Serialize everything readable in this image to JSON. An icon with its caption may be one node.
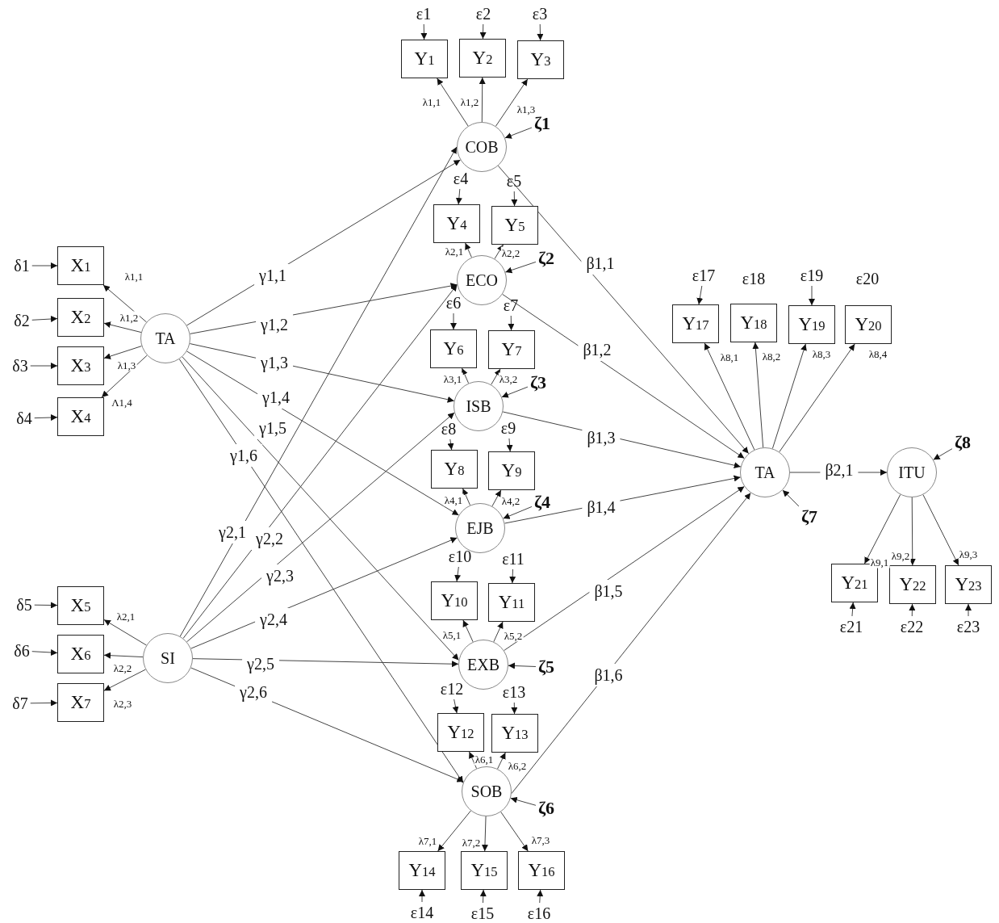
{
  "diagram": {
    "nodes": [
      {
        "text": [
          "ε1"
        ]
      },
      {
        "text": [
          "ε2"
        ]
      },
      {
        "text": [
          "ε3"
        ]
      },
      {
        "text": [
          "Y$_{1}$"
        ]
      },
      {
        "text": [
          "Y$_{2}$"
        ]
      },
      {
        "text": [
          "Y$_{3}$"
        ]
      },
      {
        "text": [
          "ζ1"
        ]
      },
      {
        "text": [
          "COB"
        ]
      },
      {
        "text": [
          "ε4"
        ]
      },
      {
        "text": [
          "ε5"
        ]
      },
      {
        "text": [
          "Y$_{4}$"
        ]
      },
      {
        "text": [
          "Y$_{5}$"
        ]
      },
      {
        "text": [
          "δ1"
        ]
      },
      {
        "text": [
          "X$_{1}$"
        ]
      },
      {
        "text": [
          "ζ2"
        ]
      },
      {
        "text": [
          "ECO"
        ]
      },
      {
        "text": [
          "ε17"
        ]
      },
      {
        "text": [
          "ε19"
        ]
      },
      {
        "text": [
          "δ2"
        ]
      },
      {
        "text": [
          "X$_{2}$"
        ]
      },
      {
        "text": [
          "Y$_{17}$"
        ]
      },
      {
        "text": [
          "Y$_{18}$"
        ]
      },
      {
        "text": [
          "Y$_{19}$"
        ]
      },
      {
        "text": [
          "Y$_{20}$"
        ]
      },
      {
        "text": [
          "TA"
        ]
      },
      {
        "text": [
          "ε6"
        ]
      },
      {
        "text": [
          "ε7"
        ]
      },
      {
        "text": [
          "Y$_{6}$"
        ]
      },
      {
        "text": [
          "Y$_{7}$"
        ]
      },
      {
        "text": [
          "δ3"
        ]
      },
      {
        "text": [
          "X$_{3}$"
        ]
      },
      {
        "text": [
          "ζ3"
        ]
      },
      {
        "text": [
          "ISB"
        ]
      },
      {
        "text": [
          "δ4"
        ]
      },
      {
        "text": [
          "X$_{4}$"
        ]
      },
      {
        "text": [
          "ε8"
        ]
      },
      {
        "text": [
          "ε9"
        ]
      },
      {
        "text": [
          "Y$_{8}$"
        ]
      },
      {
        "text": [
          "Y$_{9}$"
        ]
      },
      {
        "text": [
          "ζ8"
        ]
      },
      {
        "text": [
          "TA"
        ]
      },
      {
        "text": [
          "ITU"
        ]
      },
      {
        "text": [
          "ζ4"
        ]
      },
      {
        "text": [
          "EJB"
        ]
      },
      {
        "text": [
          "ζ7"
        ]
      },
      {
        "text": [
          "ε10"
        ]
      },
      {
        "text": [
          "ε11"
        ]
      },
      {
        "text": [
          "Y$_{21}$"
        ]
      },
      {
        "text": [
          "Y$_{22}$"
        ]
      },
      {
        "text": [
          "Y$_{23}$"
        ]
      },
      {
        "text": [
          "δ5"
        ]
      },
      {
        "text": [
          "X$_{5}$"
        ]
      },
      {
        "text": [
          "Y$_{10}$"
        ]
      },
      {
        "text": [
          "Y$_{11}$"
        ]
      },
      {
        "text": [
          "ε21"
        ]
      },
      {
        "text": [
          "ε22"
        ]
      },
      {
        "text": [
          "ε23"
        ]
      },
      {
        "text": [
          "δ6"
        ]
      },
      {
        "text": [
          "X$_{6}$"
        ]
      },
      {
        "text": [
          "SI"
        ]
      },
      {
        "text": [
          "EXB"
        ]
      },
      {
        "text": [
          "ζ5"
        ]
      },
      {
        "text": [
          "ε12"
        ]
      },
      {
        "text": [
          "ε13"
        ]
      },
      {
        "text": [
          "δ7"
        ]
      },
      {
        "text": [
          "X$_{7}$"
        ]
      },
      {
        "text": [
          "Y$_{12}$"
        ]
      },
      {
        "text": [
          "Y$_{13}$"
        ]
      },
      {
        "text": [
          "SOB"
        ]
      },
      {
        "text": [
          "ζ6"
        ]
      },
      {
        "text": [
          "Y$_{14}$"
        ]
      },
      {
        "text": [
          "Y$_{15}$"
        ]
      },
      {
        "text": [
          "Y$_{16}$"
        ]
      },
      {
        "text": [
          "ε14"
        ]
      },
      {
        "text": [
          "ε15"
        ]
      },
      {
        "text": [
          "ε16"
        ]
      }
    ],
    "edges": [
      {
        "from": 0,
        "to": 3,
        "arrow": "to"
      },
      {
        "from": 1,
        "to": 4,
        "arrow": "to"
      },
      {
        "from": 2,
        "to": 5,
        "arrow": "to"
      },
      {
        "from": 6,
        "to": 7,
        "arrow": "to"
      },
      {
        "from": 8,
        "to": 10,
        "arrow": "to"
      },
      {
        "from": 9,
        "to": 11,
        "arrow": "to"
      },
      {
        "from": 12,
        "to": 13,
        "arrow": "to"
      },
      {
        "from": 14,
        "to": 15,
        "arrow": "to"
      },
      {
        "from": 16,
        "to": 20,
        "arrow": "to"
      },
      {
        "from": 17,
        "to": 22,
        "arrow": "to"
      },
      {
        "from": 18,
        "to": 19,
        "arrow": "to"
      },
      {
        "from": 25,
        "to": 27,
        "arrow": "to"
      },
      {
        "from": 26,
        "to": 28,
        "arrow": "to"
      },
      {
        "from": 29,
        "to": 30,
        "arrow": "to"
      },
      {
        "from": 31,
        "to": 32,
        "arrow": "to"
      },
      {
        "from": 33,
        "to": 34,
        "arrow": "to"
      },
      {
        "from": 35,
        "to": 37,
        "arrow": "to"
      },
      {
        "from": 36,
        "to": 38,
        "arrow": "to"
      },
      {
        "from": 39,
        "to": 41,
        "arrow": "to"
      },
      {
        "from": 42,
        "to": 43,
        "arrow": "to"
      },
      {
        "from": 44,
        "to": 40,
        "arrow": "to"
      },
      {
        "from": 45,
        "to": 52,
        "arrow": "to"
      },
      {
        "from": 46,
        "to": 53,
        "arrow": "to"
      },
      {
        "from": 50,
        "to": 51,
        "arrow": "to"
      },
      {
        "from": 54,
        "to": 47,
        "arrow": "to"
      },
      {
        "from": 55,
        "to": 48,
        "arrow": "to"
      },
      {
        "from": 56,
        "to": 49,
        "arrow": "to"
      },
      {
        "from": 57,
        "to": 58,
        "arrow": "to"
      },
      {
        "from": 61,
        "to": 60,
        "arrow": "to"
      },
      {
        "from": 62,
        "to": 66,
        "arrow": "to"
      },
      {
        "from": 63,
        "to": 67,
        "arrow": "to"
      },
      {
        "from": 64,
        "to": 65,
        "arrow": "to"
      },
      {
        "from": 69,
        "to": 68,
        "arrow": "to"
      },
      {
        "from": 73,
        "to": 70,
        "arrow": "to"
      },
      {
        "from": 74,
        "to": 71,
        "arrow": "to"
      },
      {
        "from": 75,
        "to": 72,
        "arrow": "to"
      },
      {
        "from": 7,
        "to": 3,
        "arrow": "to",
        "label": "λ1,1"
      },
      {
        "from": 7,
        "to": 4,
        "arrow": "to",
        "label": "λ1,2"
      },
      {
        "from": 7,
        "to": 5,
        "arrow": "to",
        "label": "λ1,3"
      },
      {
        "from": 15,
        "to": 10,
        "arrow": "to",
        "label": "λ2,1"
      },
      {
        "from": 15,
        "to": 11,
        "arrow": "to",
        "label": "λ2,2"
      },
      {
        "from": 32,
        "to": 27,
        "arrow": "to",
        "label": "λ3,1"
      },
      {
        "from": 32,
        "to": 28,
        "arrow": "to",
        "label": "λ3,2"
      },
      {
        "from": 43,
        "to": 37,
        "arrow": "to",
        "label": "λ4,1"
      },
      {
        "from": 43,
        "to": 38,
        "arrow": "to",
        "label": "λ4,2"
      },
      {
        "from": 60,
        "to": 52,
        "arrow": "to",
        "label": "λ5,1"
      },
      {
        "from": 60,
        "to": 53,
        "arrow": "to",
        "label": "λ5,2"
      },
      {
        "from": 68,
        "to": 66,
        "arrow": "to",
        "label": "λ6,1"
      },
      {
        "from": 68,
        "to": 67,
        "arrow": "to",
        "label": "λ6,2"
      },
      {
        "from": 68,
        "to": 70,
        "arrow": "to",
        "label": "λ7,1"
      },
      {
        "from": 68,
        "to": 71,
        "arrow": "to",
        "label": "λ7,2"
      },
      {
        "from": 68,
        "to": 72,
        "arrow": "to",
        "label": "λ7,3"
      },
      {
        "from": 24,
        "to": 13,
        "arrow": "to",
        "label": "λ1,1"
      },
      {
        "from": 24,
        "to": 19,
        "arrow": "to",
        "label": "λ1,2"
      },
      {
        "from": 24,
        "to": 30,
        "arrow": "to",
        "label": "λ1,3"
      },
      {
        "from": 24,
        "to": 34,
        "arrow": "to",
        "label": "Λ1,4"
      },
      {
        "from": 59,
        "to": 51,
        "arrow": "to",
        "label": "λ2,1"
      },
      {
        "from": 59,
        "to": 58,
        "arrow": "to",
        "label": "λ2,2"
      },
      {
        "from": 59,
        "to": 65,
        "arrow": "to",
        "label": "λ2,3"
      },
      {
        "from": 40,
        "to": 20,
        "arrow": "to",
        "label": "λ8,1"
      },
      {
        "from": 40,
        "to": 21,
        "arrow": "to",
        "label": "λ8,2"
      },
      {
        "from": 40,
        "to": 22,
        "arrow": "to",
        "label": "λ8,3"
      },
      {
        "from": 40,
        "to": 23,
        "arrow": "to",
        "label": "λ8,4"
      },
      {
        "from": 41,
        "to": 47,
        "arrow": "to",
        "label": "λ9,1"
      },
      {
        "from": 41,
        "to": 48,
        "arrow": "to",
        "label": "λ9,2"
      },
      {
        "from": 41,
        "to": 49,
        "arrow": "to",
        "label": "λ9,3"
      },
      {
        "from": 24,
        "to": 7,
        "arrow": "to",
        "label": "γ1,1"
      },
      {
        "from": 24,
        "to": 15,
        "arrow": "to",
        "label": "γ1,2"
      },
      {
        "from": 24,
        "to": 32,
        "arrow": "to",
        "label": "γ1,3"
      },
      {
        "from": 24,
        "to": 43,
        "arrow": "to",
        "label": "γ1,4"
      },
      {
        "from": 24,
        "to": 60,
        "arrow": "to",
        "label": "γ1,5"
      },
      {
        "from": 24,
        "to": 68,
        "arrow": "to",
        "label": "γ1,6"
      },
      {
        "from": 59,
        "to": 7,
        "arrow": "to",
        "label": "γ2,1"
      },
      {
        "from": 59,
        "to": 15,
        "arrow": "to",
        "label": "γ2,2"
      },
      {
        "from": 59,
        "to": 32,
        "arrow": "to",
        "label": "γ2,3"
      },
      {
        "from": 59,
        "to": 43,
        "arrow": "to",
        "label": "γ2,4"
      },
      {
        "from": 59,
        "to": 60,
        "arrow": "to",
        "label": "γ2,5"
      },
      {
        "from": 59,
        "to": 68,
        "arrow": "to",
        "label": "γ2,6"
      },
      {
        "from": 7,
        "to": 40,
        "arrow": "to",
        "label": "β1,1"
      },
      {
        "from": 15,
        "to": 40,
        "arrow": "to",
        "label": "β1,2"
      },
      {
        "from": 32,
        "to": 40,
        "arrow": "to",
        "label": "β1,3"
      },
      {
        "from": 43,
        "to": 40,
        "arrow": "to",
        "label": "β1,4"
      },
      {
        "from": 60,
        "to": 40,
        "arrow": "to",
        "label": "β1,5"
      },
      {
        "from": 68,
        "to": 40,
        "arrow": "to",
        "label": "β1,6"
      },
      {
        "from": 40,
        "to": 41,
        "arrow": "to",
        "label": "β2,1"
      }
    ],
    "labels": [
      "ε18",
      "ε20"
    ]
  }
}
